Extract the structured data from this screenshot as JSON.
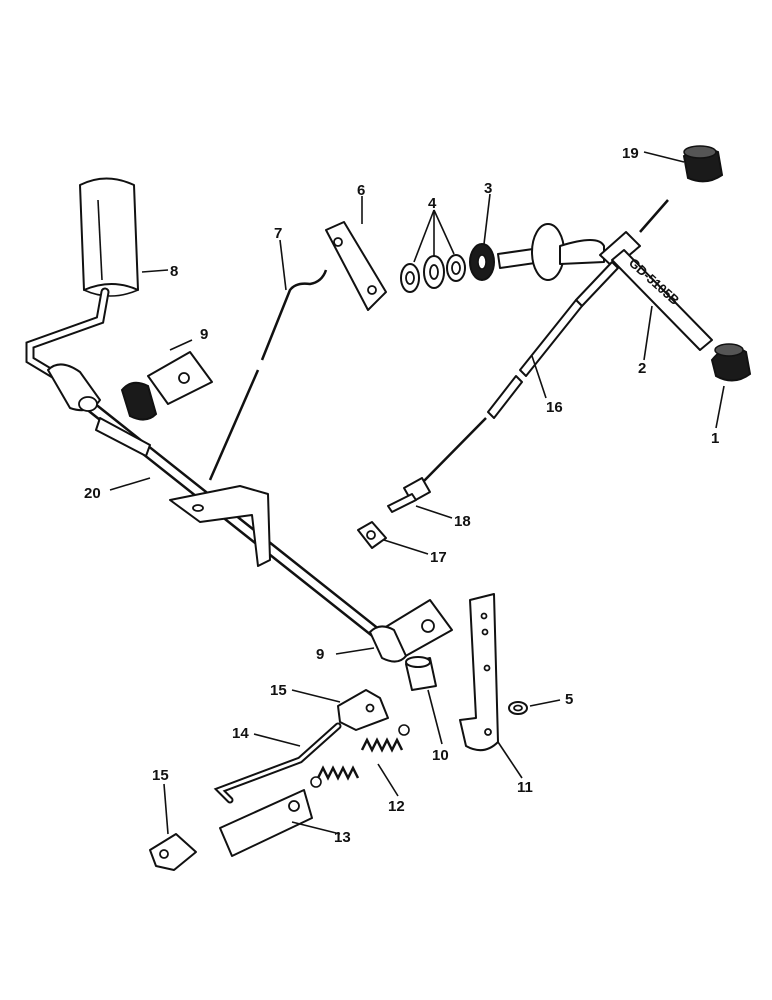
{
  "callouts": {
    "c1": "1",
    "c2": "2",
    "c3": "3",
    "c4": "4",
    "c5": "5",
    "c6": "6",
    "c7": "7",
    "c8": "8",
    "c9a": "9",
    "c9b": "9",
    "c10": "10",
    "c11": "11",
    "c12": "12",
    "c13": "13",
    "c14": "14",
    "c15a": "15",
    "c15b": "15",
    "c16": "16",
    "c17": "17",
    "c18": "18",
    "c19": "19",
    "c20": "20"
  },
  "stamp_text": "GD-5105B"
}
